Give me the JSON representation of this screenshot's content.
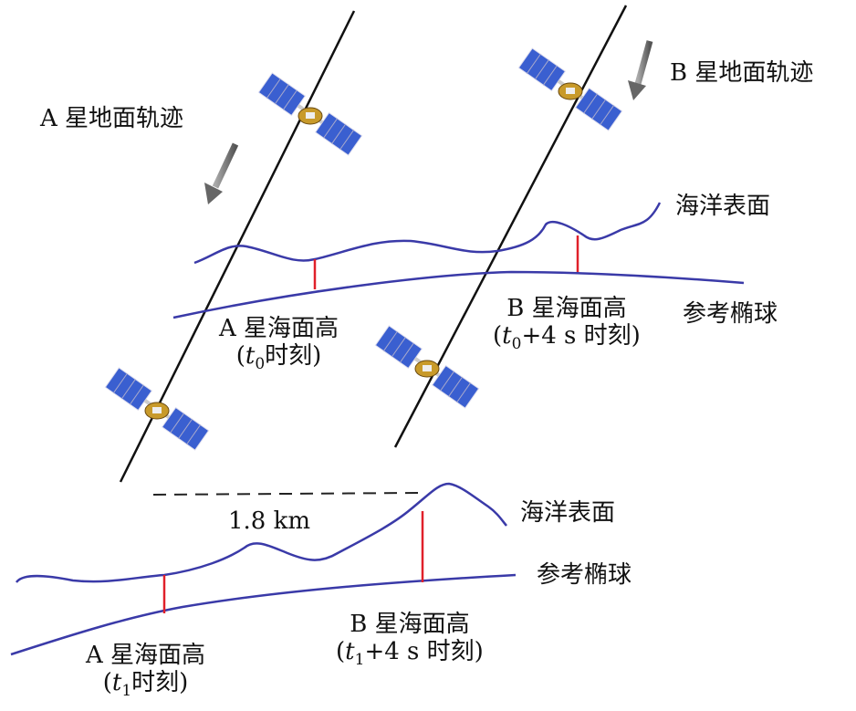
{
  "labels": {
    "a_track": "A 星地面轨迹",
    "b_track": "B 星地面轨迹",
    "sea_surface_top": "海洋表面",
    "ellipsoid_top": "参考椭球",
    "a_height_top": "A 星海面高",
    "a_time_top": {
      "t": "t",
      "sub": "0",
      "rest": "时刻"
    },
    "b_height_top": "B 星海面高",
    "b_time_top": {
      "t": "t",
      "sub": "0",
      "rest": "+4 s 时刻"
    },
    "distance": "1.8 km",
    "sea_surface_bottom": "海洋表面",
    "ellipsoid_bottom": "参考椭球",
    "a_height_bottom": "A 星海面高",
    "a_time_bottom": {
      "t": "t",
      "sub": "1",
      "rest": "时刻"
    },
    "b_height_bottom": "B 星海面高",
    "b_time_bottom": {
      "t": "t",
      "sub": "1",
      "rest": "+4 s 时刻"
    }
  },
  "colors": {
    "curve": "#3a3aa8",
    "height_bar": "#e0202a",
    "track": "#111111",
    "arrow": "#777777",
    "panel": "#3355cc",
    "body": "#c89a2a"
  }
}
